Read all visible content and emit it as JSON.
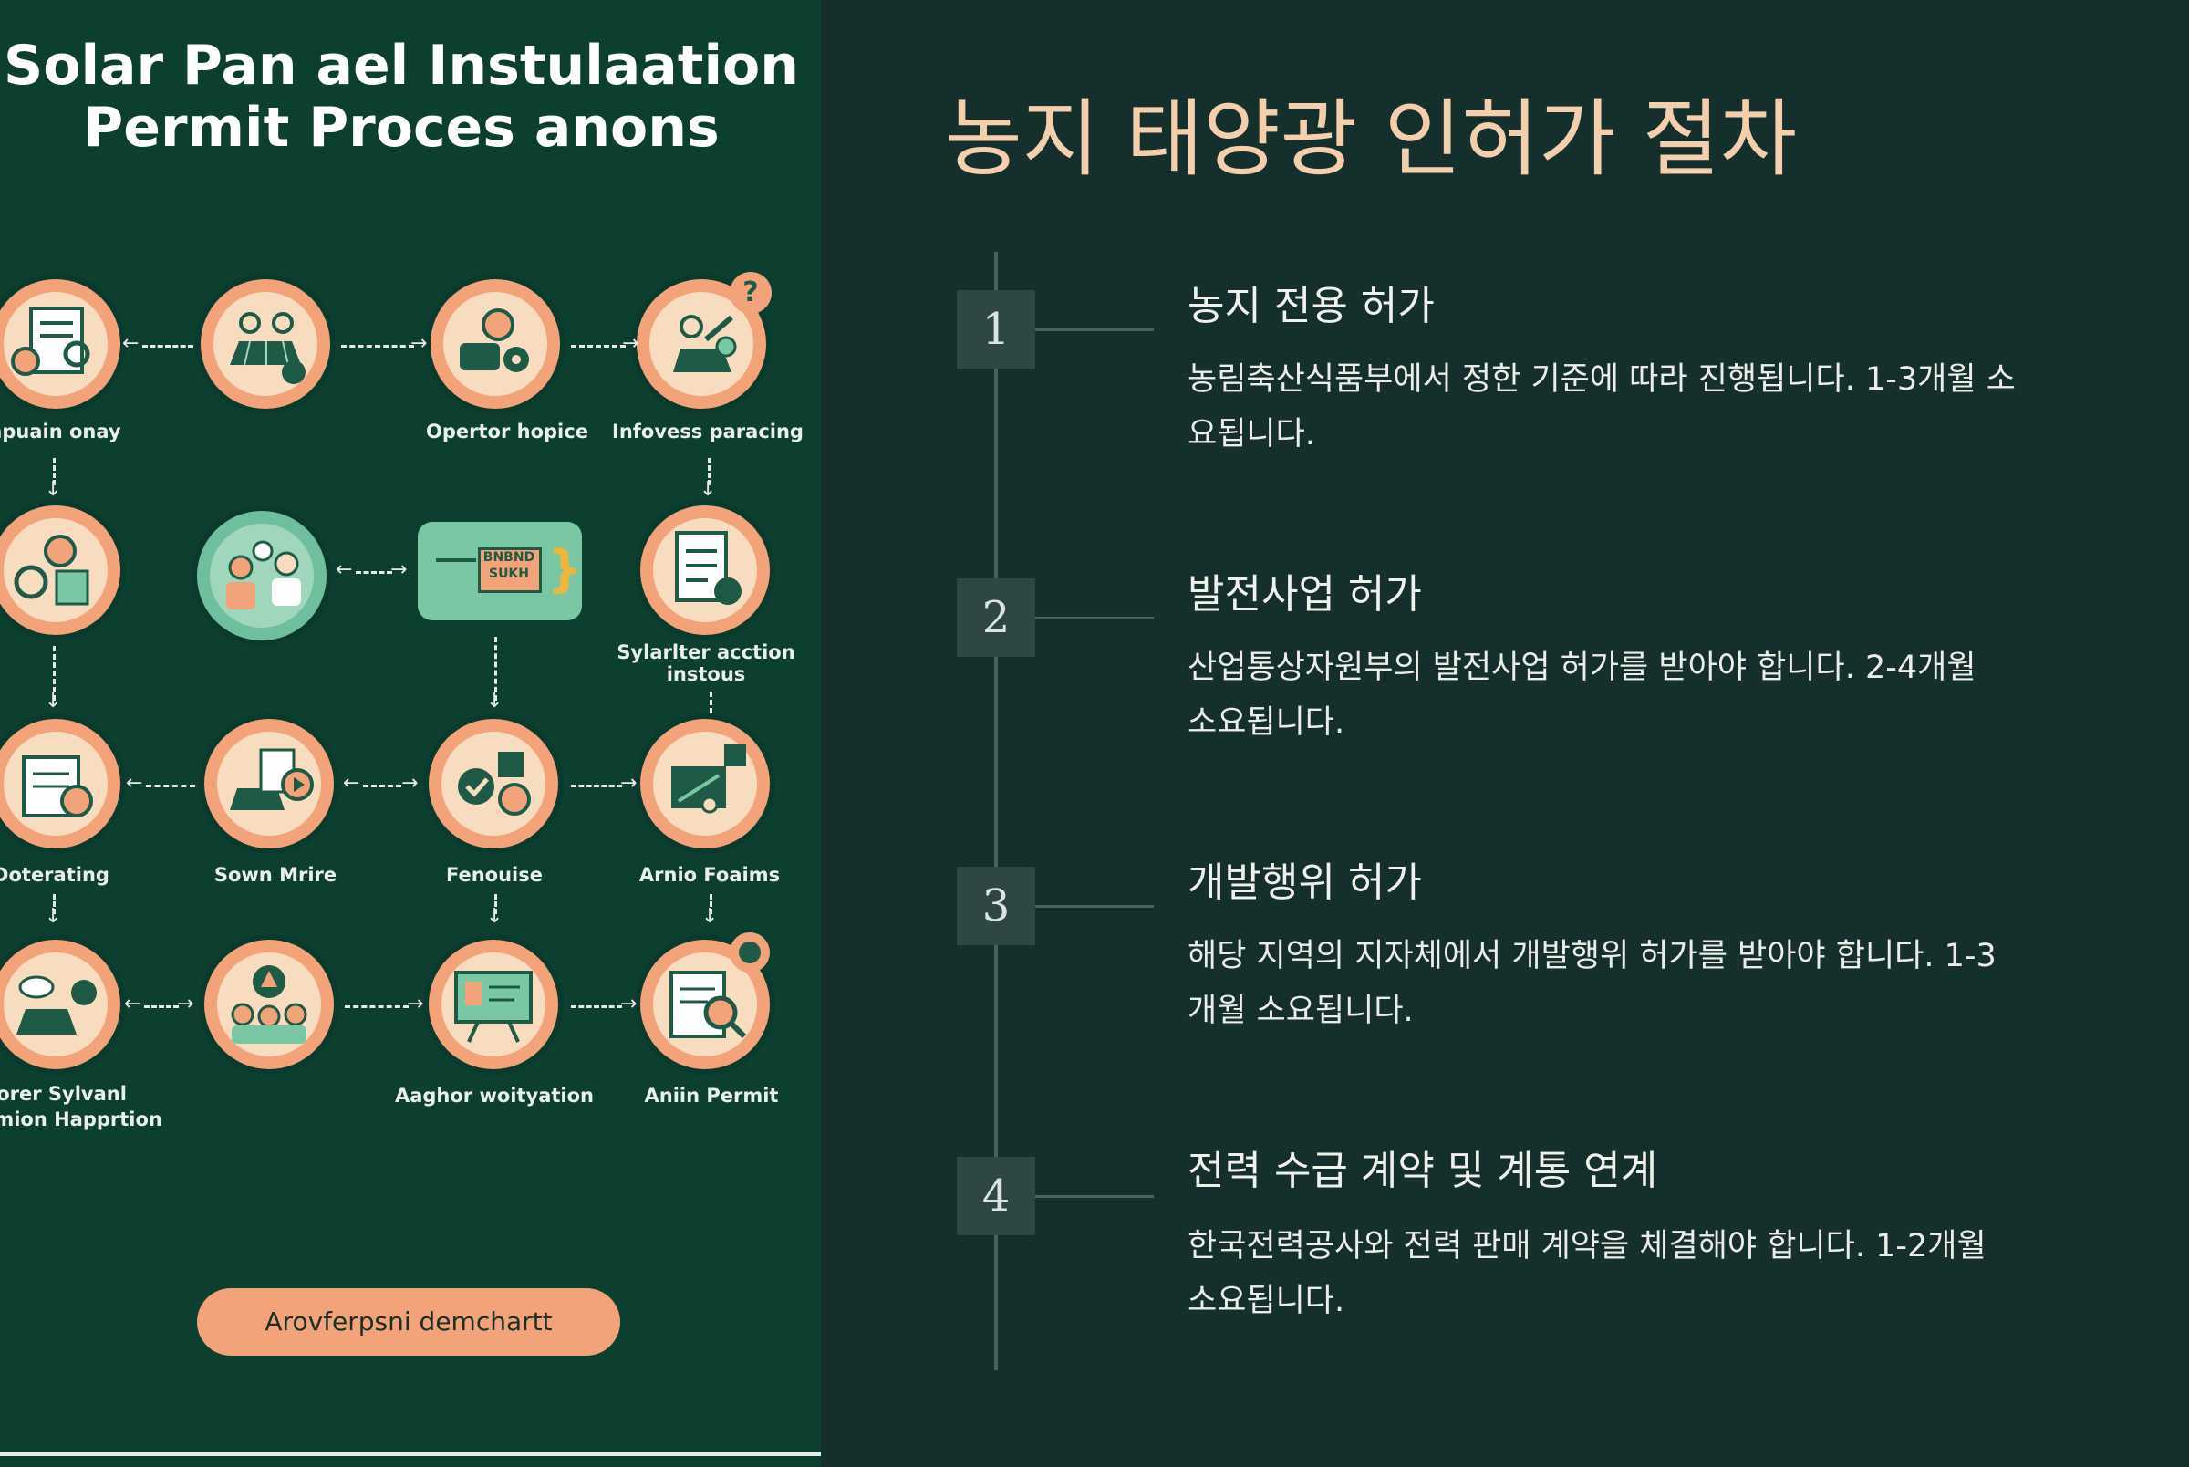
{
  "poster": {
    "title_line1": "Solar Pan ael Instulaation",
    "title_line2": "Permit Proces anons",
    "labels": {
      "r1c1": "npuain onay",
      "r1c3": "Opertor hopice",
      "r1c4": "Infovess paracing",
      "r2c4_line1": "Sylarlter acction",
      "r2c4_line2": "instous",
      "r3c1": "Doterating",
      "r3c2": "Sown Mrire",
      "r3c3": "Fenouise",
      "r3c4": "Arnio Foaims",
      "r4c1_line1": "Sorer Sylvanl",
      "r4c1_line2": "lmion Happrtion",
      "r4c3": "Aaghor woityation",
      "r4c4": "Aniin Permit"
    },
    "rect_text_top": "BNBND",
    "rect_text_bottom": "SUKH",
    "question_mark": "?",
    "button_label": "Arovferpsni demchartt"
  },
  "main": {
    "title": "농지 태양광 인허가 절차",
    "steps": [
      {
        "num": "1",
        "title": "농지 전용 허가",
        "desc_line1": "농림축산식품부에서 정한 기준에 따라 진행됩니다. 1-3개월 소",
        "desc_line2": "요됩니다."
      },
      {
        "num": "2",
        "title": "발전사업 허가",
        "desc_line1": "산업통상자원부의 발전사업 허가를 받아야 합니다. 2-4개월",
        "desc_line2": "소요됩니다."
      },
      {
        "num": "3",
        "title": "개발행위 허가",
        "desc_line1": "해당 지역의 지자체에서 개발행위 허가를 받아야 합니다. 1-3",
        "desc_line2": "개월 소요됩니다."
      },
      {
        "num": "4",
        "title": "전력 수급 계약 및 계통 연계",
        "desc_line1": "한국전력공사와 전력 판매 계약을 체결해야 합니다. 1-2개월",
        "desc_line2": "소요됩니다."
      }
    ]
  },
  "colors": {
    "poster_bg": "#0d3f30",
    "page_bg": "#152f2d",
    "accent_orange": "#f2a37a",
    "title_peach": "#f4cfae",
    "mint": "#79c8a3"
  }
}
